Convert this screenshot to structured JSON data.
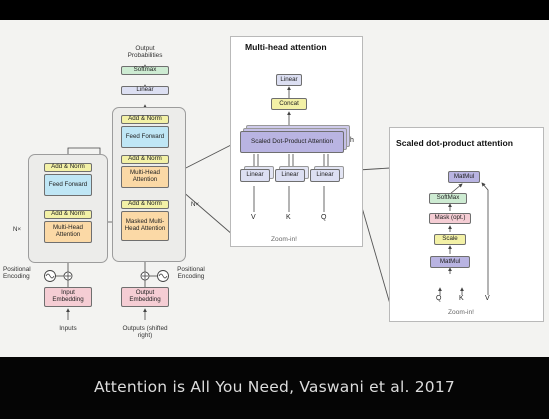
{
  "caption": "Attention is All You Need, Vaswani et al. 2017",
  "transformer": {
    "output_probabilities": "Output Probabilities",
    "softmax": "Softmax",
    "linear": "Linear",
    "add_norm": "Add & Norm",
    "feed_forward": "Feed Forward",
    "multi_head_attention": "Multi-Head Attention",
    "masked_multi_head_attention": "Masked Multi-Head Attention",
    "input_embedding": "Input Embedding",
    "output_embedding": "Output Embedding",
    "positional_encoding": "Positional Encoding",
    "inputs": "Inputs",
    "outputs": "Outputs (shifted right)",
    "nx": "N×"
  },
  "multihead": {
    "title": "Multi-head attention",
    "linear": "Linear",
    "concat": "Concat",
    "sdpa": "Scaled Dot-Product Attention",
    "h": "h",
    "v": "V",
    "k": "K",
    "q": "Q",
    "zoom": "Zoom-in!"
  },
  "scaled": {
    "title": "Scaled dot-product attention",
    "matmul": "MatMul",
    "softmax": "SoftMax",
    "mask": "Mask (opt.)",
    "scale": "Scale",
    "q": "Q",
    "k": "K",
    "v": "V",
    "zoom": "Zoom-in!"
  },
  "colors": {
    "add_norm": "#f3f1a6",
    "feed_forward": "#bfe6f5",
    "attention": "#fbd9a6",
    "embedding": "#f5cdd4",
    "linear": "#dcdff2",
    "softmax": "#cdebd2",
    "sdpa": "#b9b4e2",
    "concat": "#f3f1a6",
    "mask": "#f5cdd4",
    "scale": "#f3f1a6"
  }
}
